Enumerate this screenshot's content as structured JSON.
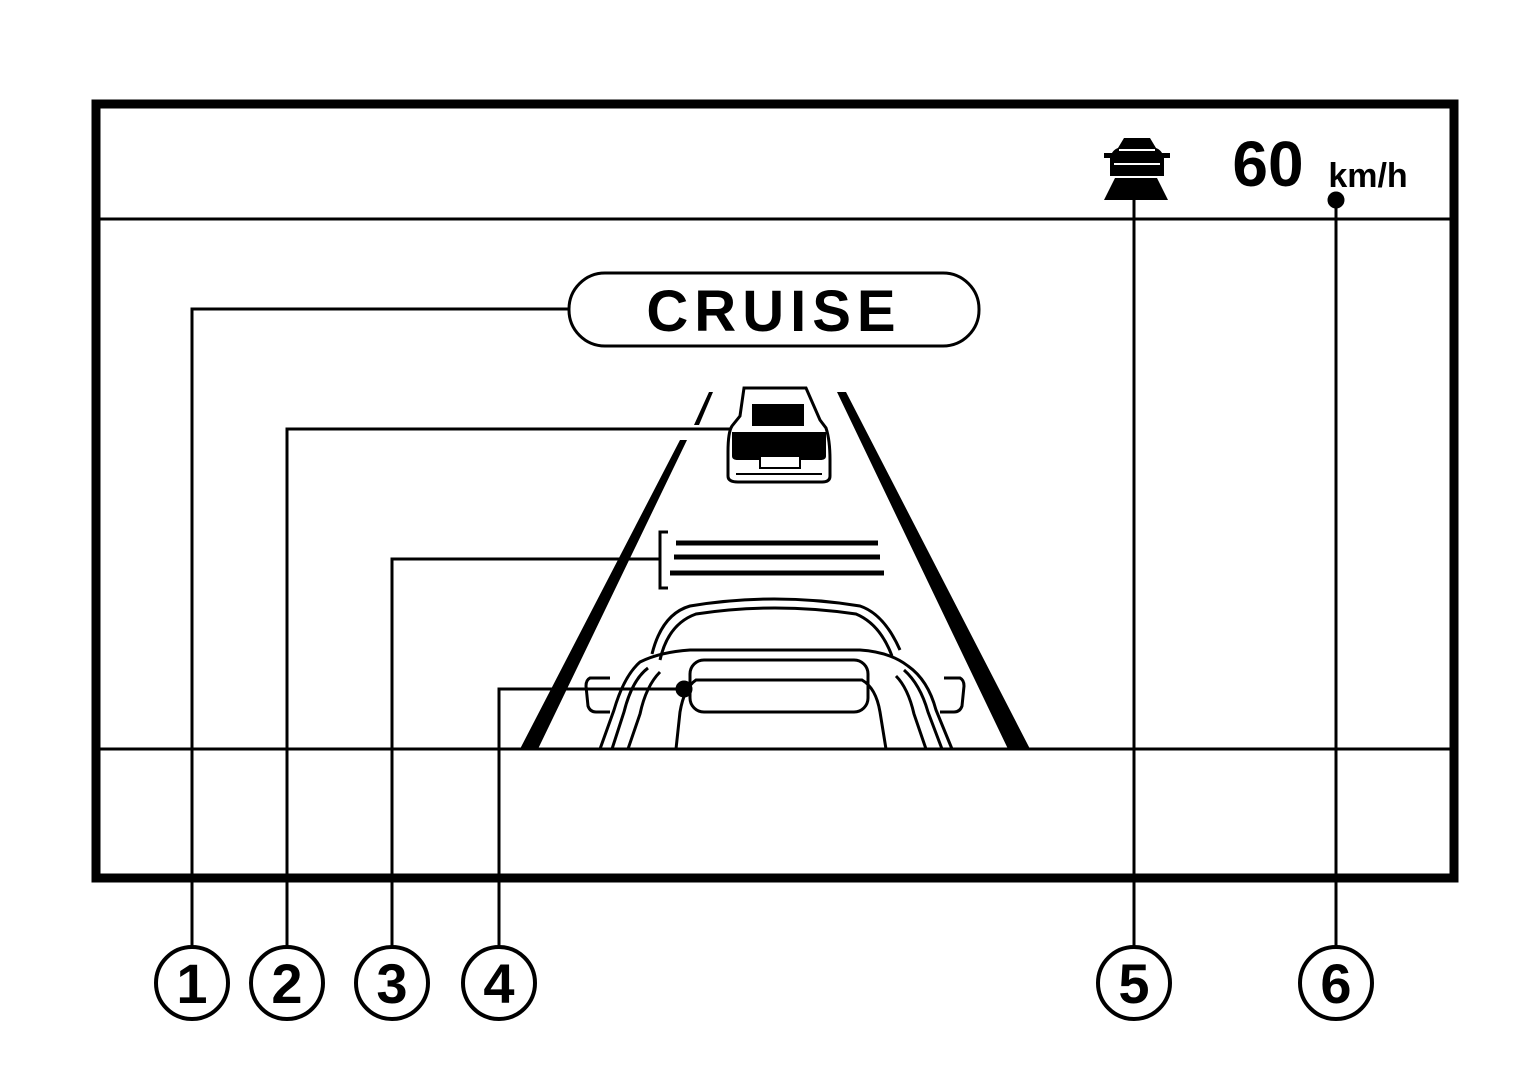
{
  "display": {
    "mode_label": "CRUISE",
    "set_speed": "60",
    "speed_unit": "km/h"
  },
  "callouts": [
    {
      "id": "1",
      "symbol": "①",
      "target": "cruise-mode-indicator"
    },
    {
      "id": "2",
      "symbol": "②",
      "target": "vehicle-ahead-icon"
    },
    {
      "id": "3",
      "symbol": "③",
      "target": "set-distance-bars"
    },
    {
      "id": "4",
      "symbol": "④",
      "target": "own-vehicle-icon"
    },
    {
      "id": "5",
      "symbol": "⑤",
      "target": "vehicle-ahead-detection-icon"
    },
    {
      "id": "6",
      "symbol": "⑥",
      "target": "set-speed-readout"
    }
  ],
  "icons": {
    "vehicle_ahead_detection": "car-front-detection-icon",
    "vehicle_ahead": "vehicle-ahead-rear-icon",
    "own_vehicle": "own-vehicle-rear-icon"
  },
  "colors": {
    "ink": "#000000",
    "background": "#ffffff"
  }
}
